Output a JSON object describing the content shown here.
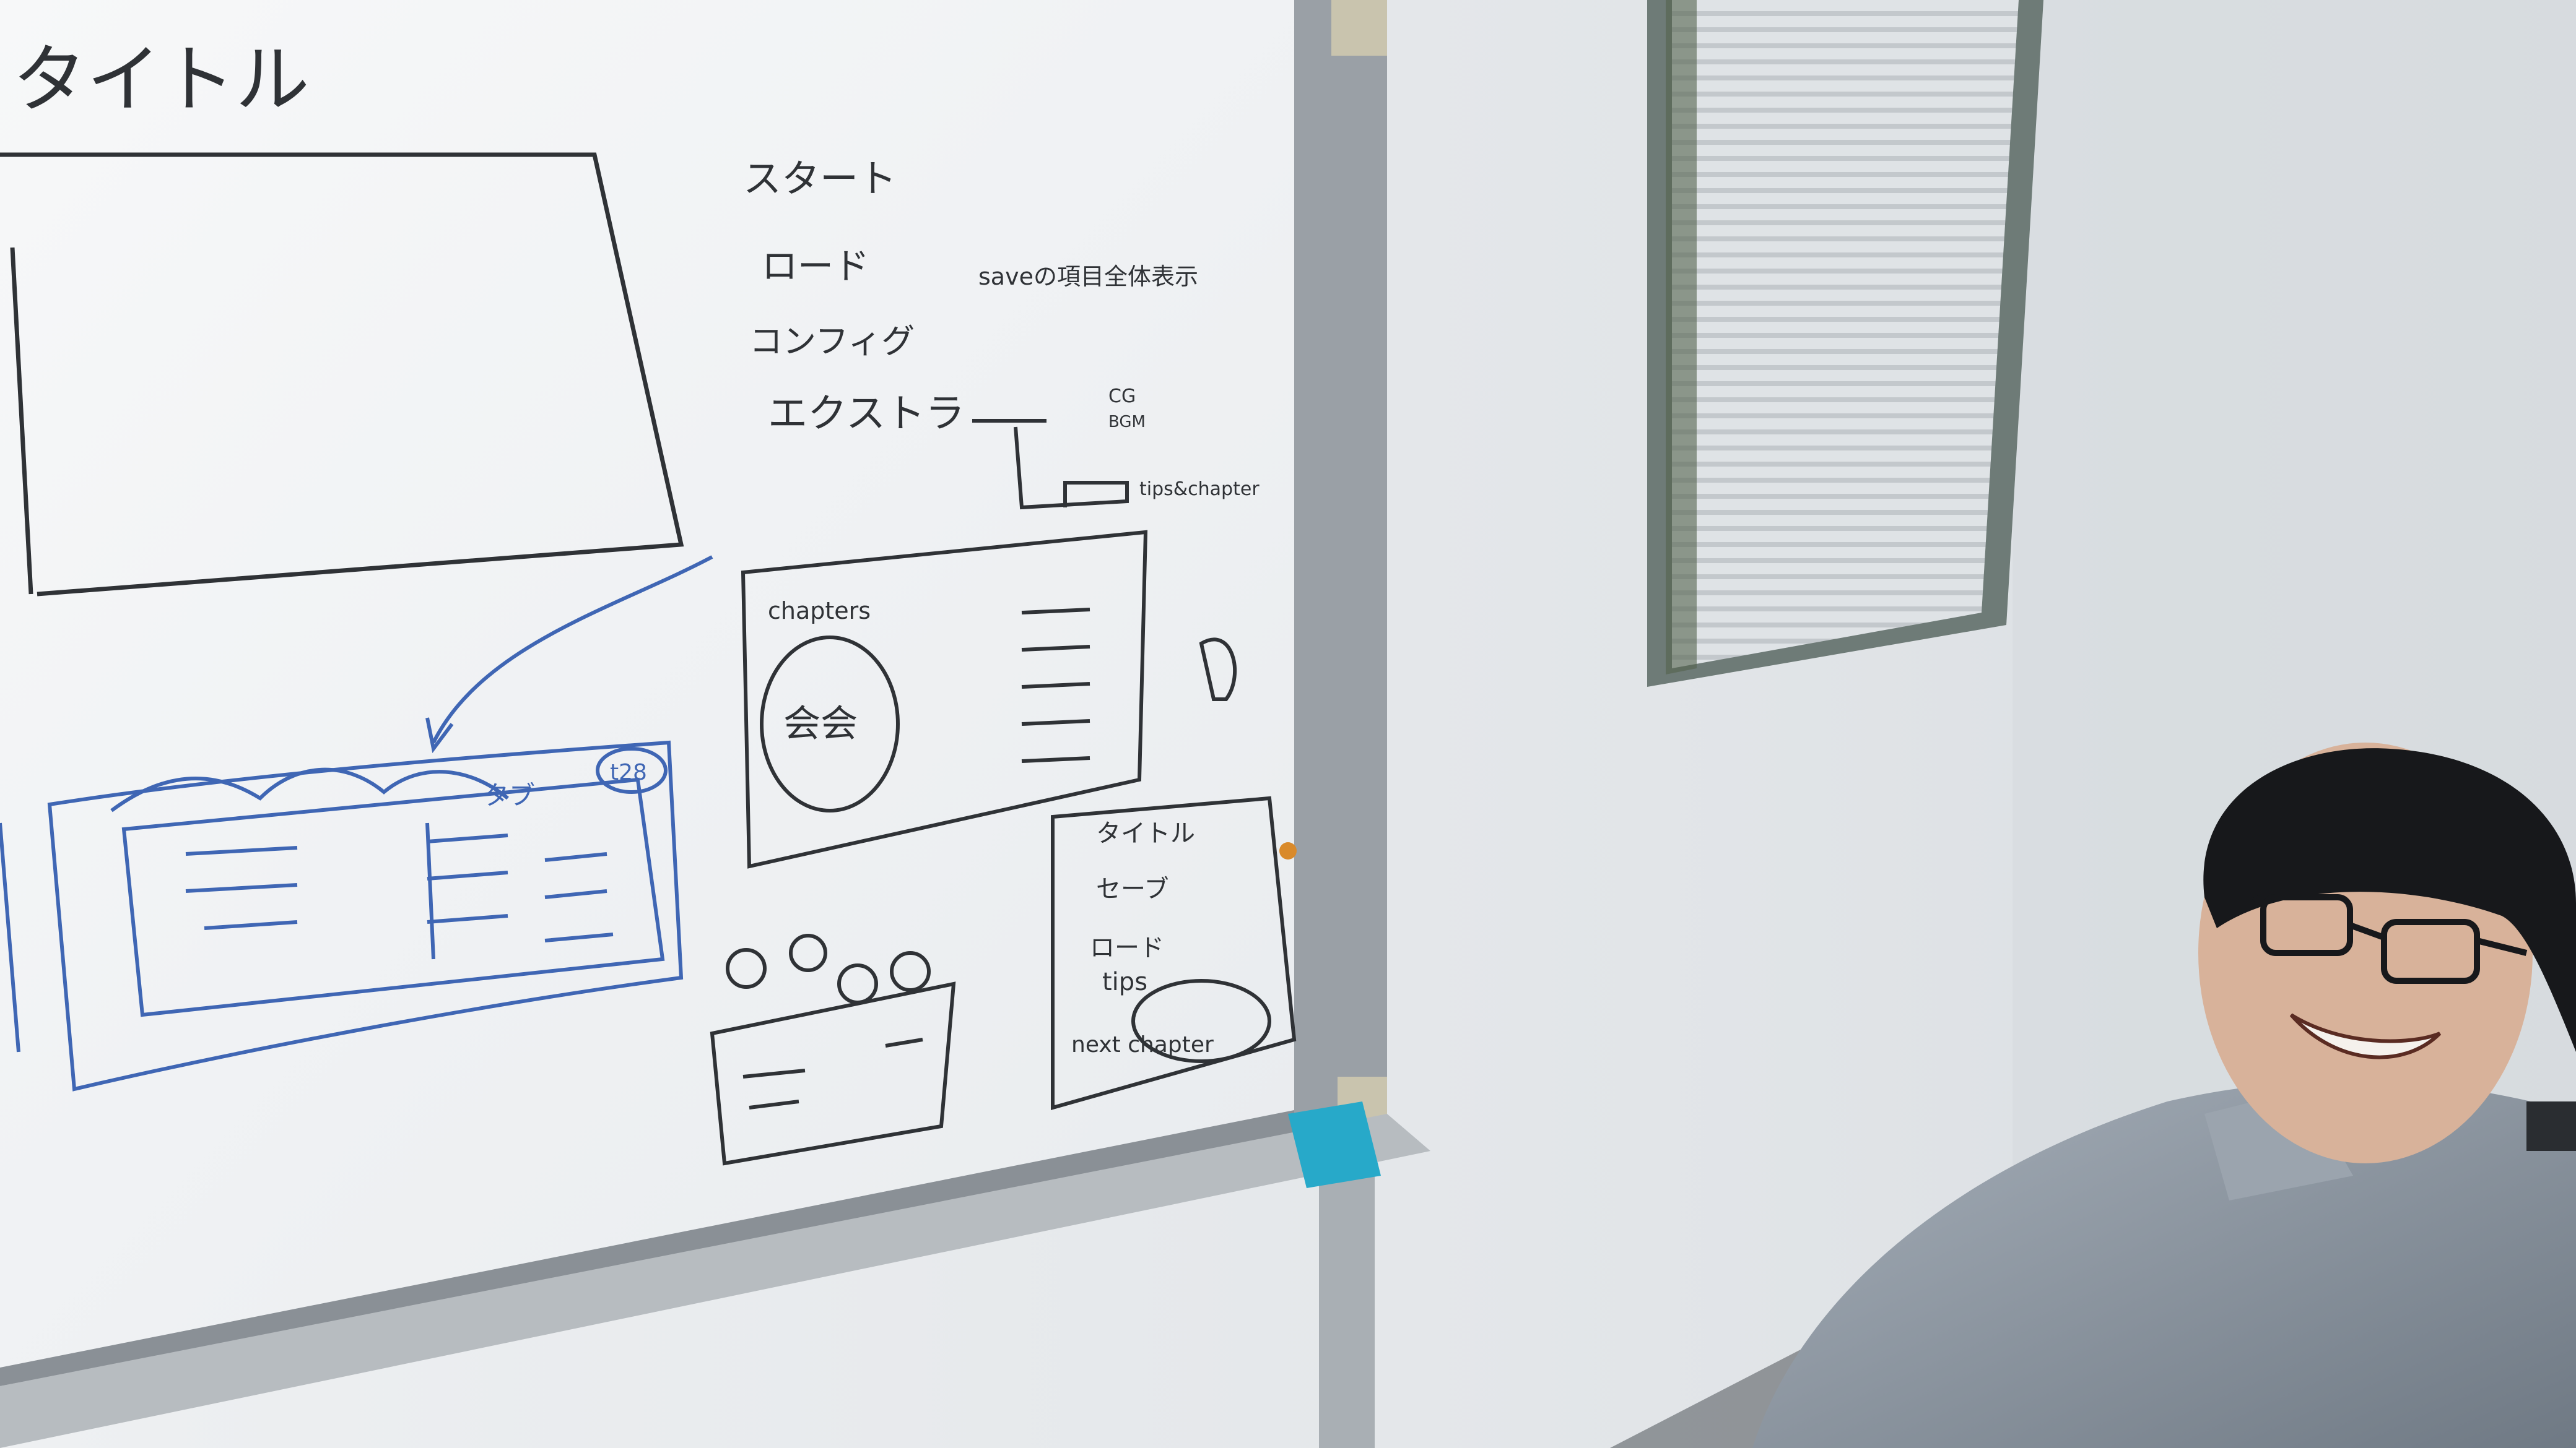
{
  "photo": {
    "board_title": "タイトル",
    "menu": {
      "start": "スタート",
      "load": "ロード",
      "load_note": "saveの項目全体表示",
      "config": "コンフィグ",
      "extra": "エクストラ",
      "extra_cg": "CG",
      "extra_bgm": "BGM",
      "extra_chapter": "tips&chapter"
    },
    "chapters_label": "chapters",
    "chapters_circle_label": "会会",
    "sub_menu": {
      "title": "タイトル",
      "save": "セーブ",
      "load": "ロード",
      "tips": "tips",
      "next_chapter": "next chapter"
    },
    "tab_label": "タブ",
    "badge_label": "t28",
    "colors": {
      "wall": "#e8ebee",
      "whiteboard": "#f3f5f7",
      "frame": "#8a9096",
      "marker_black": "#2f3236",
      "marker_blue": "#3f66b4",
      "shirt": "#8d97a2",
      "hair": "#17181b"
    }
  }
}
